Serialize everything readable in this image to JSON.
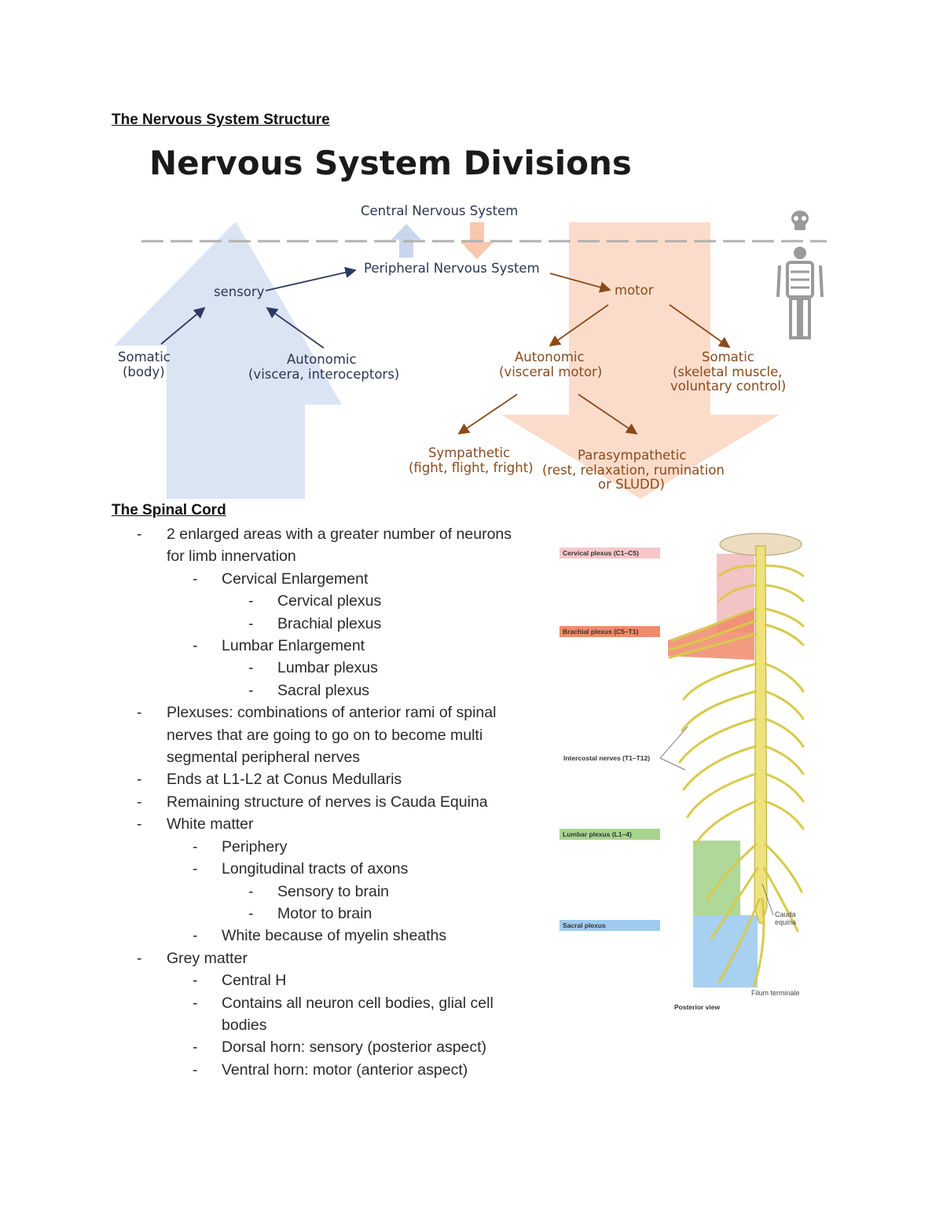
{
  "document": {
    "title": "The Nervous System Structure"
  },
  "divisions_figure": {
    "title": "Nervous System Divisions",
    "cns": "Central Nervous System",
    "pns": "Peripheral Nervous System",
    "sensory": "sensory",
    "motor": "motor",
    "sensory_somatic": {
      "name": "Somatic",
      "detail": "(body)"
    },
    "sensory_autonomic": {
      "name": "Autonomic",
      "detail": "(viscera, interoceptors)"
    },
    "motor_autonomic": {
      "name": "Autonomic",
      "detail": "(visceral motor)"
    },
    "motor_somatic": {
      "name": "Somatic",
      "detail_1": "(skeletal muscle,",
      "detail_2": "voluntary control)"
    },
    "sympathetic": {
      "name": "Sympathetic",
      "detail": "(fight, flight, fright)"
    },
    "parasympathetic": {
      "name": "Parasympathetic",
      "detail_1": "(rest, relaxation, rumination",
      "detail_2": "or SLUDD)"
    },
    "colors": {
      "sensory": "#dbe4f3",
      "motor": "#fbdccb",
      "sensory_arrow": "#2b3a63",
      "motor_arrow": "#8a4a1a",
      "divider": "#b5b5b5"
    },
    "icons": [
      "skull-icon",
      "skeleton-icon"
    ]
  },
  "spinal_cord": {
    "heading": "The Spinal Cord",
    "notes": [
      "2 enlarged areas with a greater number of neurons for limb innervation",
      "Cervical Enlargement",
      "Cervical plexus",
      "Brachial plexus",
      "Lumbar Enlargement",
      "Lumbar plexus",
      "Sacral plexus",
      "Plexuses: combinations of anterior rami of spinal nerves that are going to go on to become multi segmental peripheral nerves",
      "Ends at L1-L2 at Conus Medullaris",
      "Remaining structure of nerves is Cauda Equina",
      "White matter",
      "Periphery",
      "Longitudinal tracts of axons",
      "Sensory to brain",
      "Motor to brain",
      "White because of myelin sheaths",
      "Grey matter",
      "Central H",
      "Contains all neuron cell bodies, glial cell bodies",
      "Dorsal horn: sensory (posterior aspect)",
      "Ventral horn: motor (anterior aspect)"
    ],
    "figure": {
      "labels": {
        "cervical": "Cervical plexus (C1–C5)",
        "brachial": "Brachial plexus (C5–T1)",
        "intercostal": "Intercostal nerves (T1–T12)",
        "lumbar": "Lumbar plexus (L1–4)",
        "sacral": "Sacral plexus",
        "cauda_1": "Cauda",
        "cauda_2": "equina",
        "filum": "Filum terminale",
        "view": "Posterior view"
      },
      "colors": {
        "cervical": "#f2b8bb",
        "brachial": "#f08a6a",
        "lumbar": "#a7d48e",
        "sacral": "#9fcbef",
        "nerve": "#e8df6a"
      }
    }
  }
}
